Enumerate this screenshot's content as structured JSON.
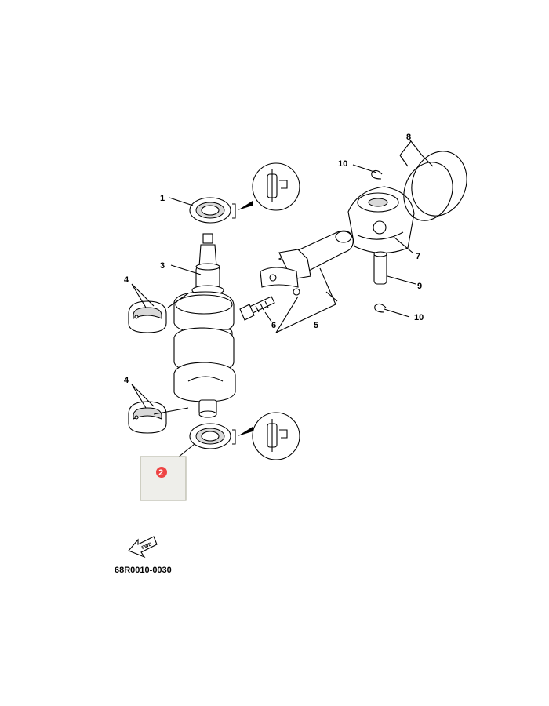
{
  "diagram": {
    "code": "68R0010-0030",
    "fwd_label": "FWD",
    "highlight_color": "#ee4444",
    "highlight_box_color": "#eeeeea",
    "callouts": {
      "c1": "1",
      "c2": "2",
      "c3": "3",
      "c4a": "4",
      "c4b": "4",
      "c5": "5",
      "c6": "6",
      "c7": "7",
      "c8": "8",
      "c9": "9",
      "c10a": "10",
      "c10b": "10"
    }
  }
}
